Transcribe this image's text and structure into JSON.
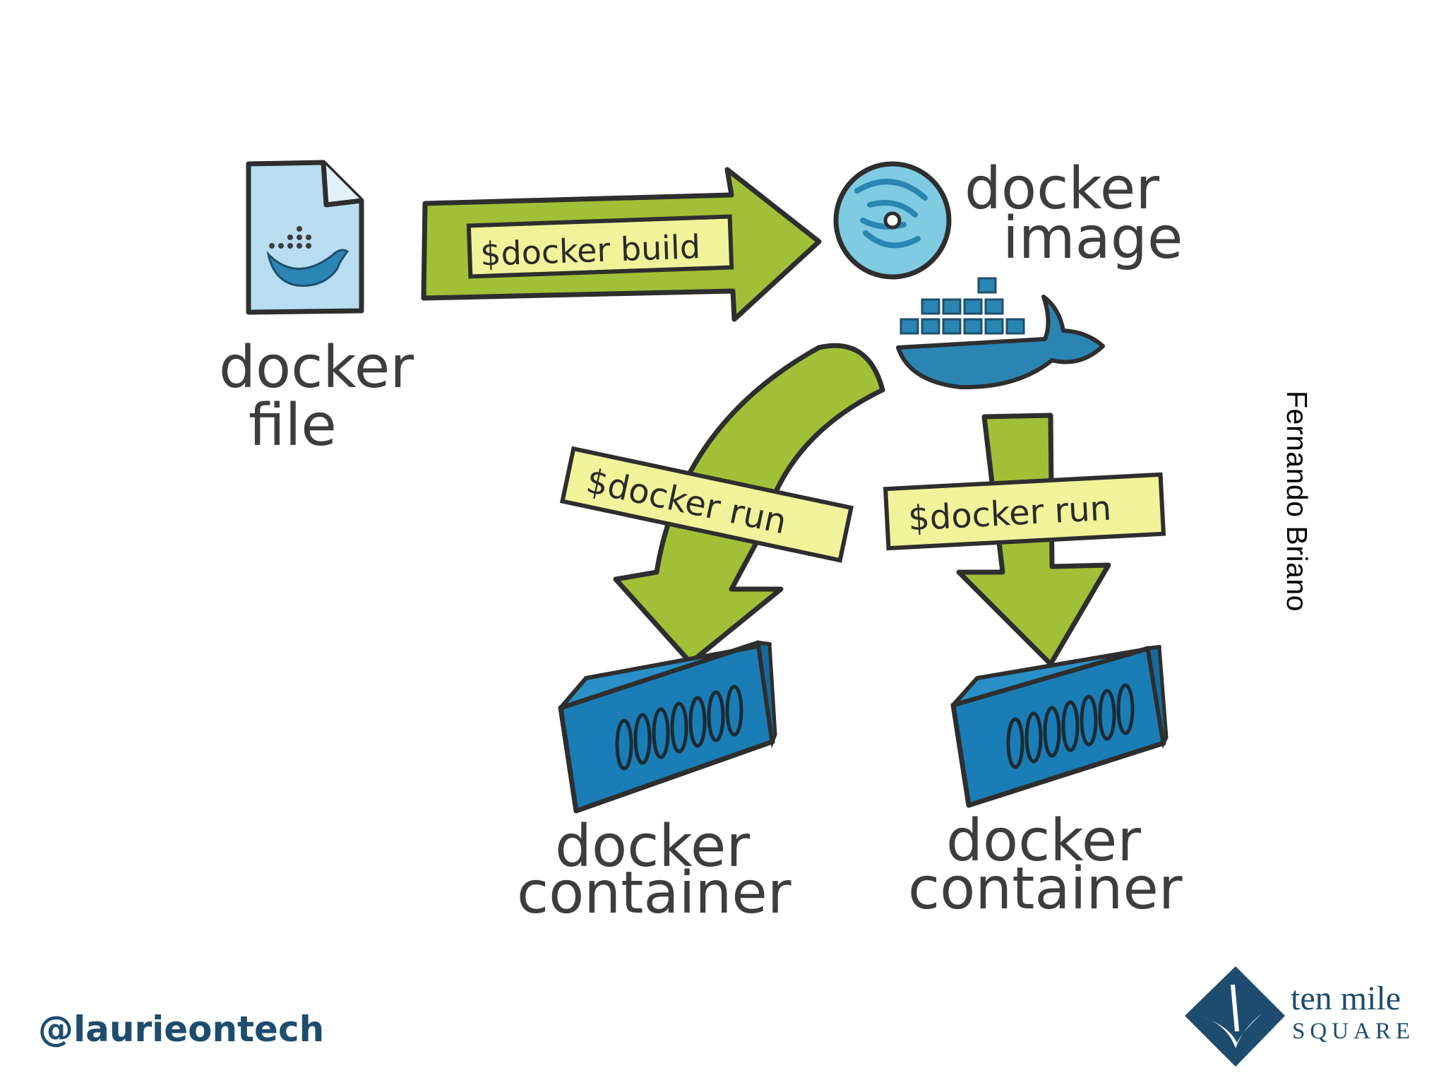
{
  "nodes": {
    "dockerfile": {
      "line1": "docker",
      "line2": "file"
    },
    "image": {
      "line1": "docker",
      "line2": "image"
    },
    "container_left": {
      "line1": "docker",
      "line2": "container"
    },
    "container_right": {
      "line1": "docker",
      "line2": "container"
    }
  },
  "edges": {
    "build": {
      "label": "$docker build"
    },
    "run_left": {
      "label": "$docker run"
    },
    "run_right": {
      "label": "$docker run"
    }
  },
  "credit": "Fernando Briano",
  "footer": {
    "handle": "@laurieontech",
    "logo_line1": "ten mile",
    "logo_line2": "SQUARE"
  },
  "colors": {
    "arrow_green": "#a2c037",
    "label_yellow": "#f0f39a",
    "docker_blue": "#2a85b3",
    "container_blue": "#1b7db5",
    "file_blue": "#b9ddf0",
    "ink": "#2e2e2e",
    "brand_navy": "#1d4c6e"
  },
  "icons": [
    "docker-file-icon",
    "disk-icon",
    "docker-whale-icon",
    "shipping-container-icon",
    "ten-mile-square-logo-icon"
  ]
}
